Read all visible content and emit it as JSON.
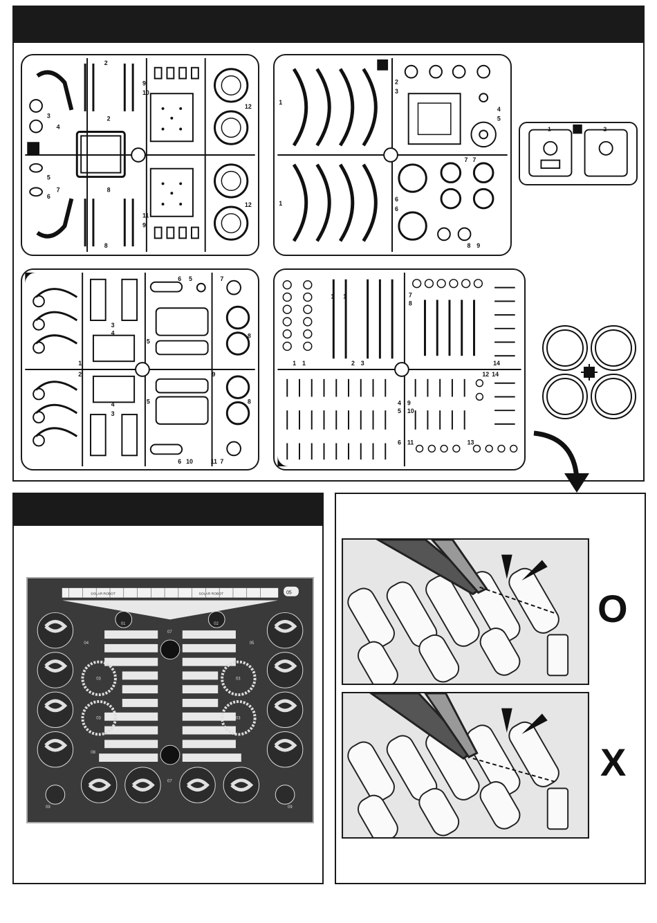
{
  "sprue_a": {
    "labels": [
      "2",
      "2",
      "9",
      "10",
      "3",
      "4",
      "12",
      "5",
      "6",
      "7",
      "8",
      "8",
      "12",
      "9",
      "11"
    ]
  },
  "sprue_b": {
    "labels": [
      "2",
      "3",
      "1",
      "4",
      "5",
      "1",
      "6",
      "7",
      "7",
      "6",
      "8",
      "9"
    ]
  },
  "sprue_c": {
    "labels": [
      "1",
      "2"
    ]
  },
  "sprue_d": {
    "labels": [
      "6",
      "5",
      "7",
      "3",
      "4",
      "5",
      "8",
      "1",
      "2",
      "4",
      "3",
      "9",
      "5",
      "8",
      "10",
      "6",
      "11",
      "7"
    ]
  },
  "sprue_e": {
    "labels": [
      "1",
      "1",
      "1",
      "1",
      "2",
      "3",
      "7",
      "8",
      "14",
      "12",
      "14",
      "4",
      "5",
      "9",
      "10",
      "6",
      "11",
      "13"
    ]
  },
  "sticker_sheet": {
    "header_left": "SOLAR ROBOT",
    "header_right": "SOLAR ROBOT",
    "badge": "05",
    "numbers": [
      "01",
      "02",
      "07",
      "04",
      "05",
      "03",
      "03",
      "03",
      "03",
      "08",
      "07",
      "09",
      "09"
    ]
  },
  "cut_marks": {
    "correct": "O",
    "wrong": "X"
  }
}
